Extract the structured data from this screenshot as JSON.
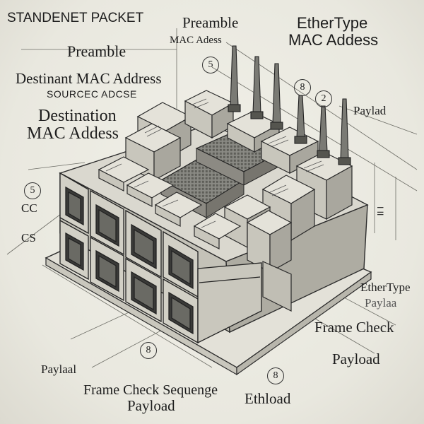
{
  "title": "STANDENET PACKET",
  "labels": {
    "preamble_top": "Preamble",
    "mac_top": "MAC Adess",
    "ethertype_top": "EtherType",
    "mac_top_right": "MAC Addess",
    "preamble_left": "Preamble",
    "dest_line1": "Destinant MAC Address",
    "source_line": "SOURCEC ADCSE",
    "dest_big_1": "Destination",
    "dest_big_2": "MAC Addess",
    "payload_right": "Paylad",
    "ethertype_right": "EtherType",
    "payload_right_2": "Paylaa",
    "frame_check_right": "Frame Check",
    "payload_lower_right": "Payload",
    "payload_lower_left": "Paylaal",
    "frame_check_sequence": "Frame Check Sequenge",
    "payload_bottom": "Payload",
    "ethload": "Ethload",
    "cc": "CC",
    "cs": "CS",
    "dim_vertical": "I II"
  },
  "markers": {
    "m_top": "5",
    "m_right_1": "8",
    "m_right_2": "2",
    "m_left": "5",
    "m_bottom": "8",
    "m_bottom_2": "8"
  }
}
